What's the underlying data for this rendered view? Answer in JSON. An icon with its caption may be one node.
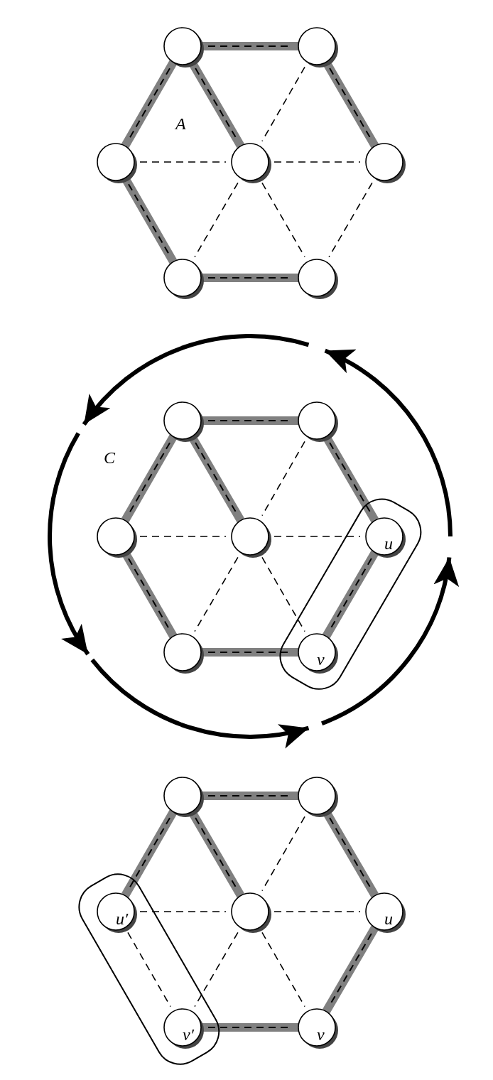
{
  "diagram": {
    "nodes": [
      {
        "text": [],
        "shape": "circle"
      },
      {
        "text": [],
        "shape": "circle"
      },
      {
        "text": [],
        "shape": "circle"
      },
      {
        "text": [],
        "shape": "circle"
      },
      {
        "text": [],
        "shape": "circle"
      },
      {
        "text": [],
        "shape": "circle"
      },
      {
        "text": [],
        "shape": "circle"
      },
      {
        "text": [],
        "shape": "circle"
      },
      {
        "text": [],
        "shape": "circle"
      },
      {
        "text": [],
        "shape": "circle"
      },
      {
        "text": [],
        "shape": "circle"
      },
      {
        "text": [],
        "shape": "box"
      },
      {
        "text": [
          "u"
        ],
        "in": 11
      },
      {
        "text": [],
        "shape": "circle"
      },
      {
        "text": [
          "v"
        ],
        "in": 11
      },
      {
        "text": [],
        "shape": "circle"
      },
      {
        "text": [],
        "shape": "circle"
      },
      {
        "text": [],
        "shape": "box"
      },
      {
        "text": [
          "u′"
        ],
        "in": 17
      },
      {
        "text": [],
        "shape": "circle"
      },
      {
        "text": [
          "u"
        ]
      },
      {
        "text": [
          "v′"
        ],
        "in": 17
      },
      {
        "text": [
          "v"
        ]
      }
    ],
    "edges": [
      {
        "from": 0,
        "to": 1,
        "arrow": "none",
        "color": "#808080"
      },
      {
        "from": 0,
        "to": 2,
        "arrow": "none",
        "color": "#808080"
      },
      {
        "from": 0,
        "to": 3,
        "arrow": "none",
        "color": "#808080"
      },
      {
        "from": 1,
        "to": 3,
        "arrow": "none",
        "style": "dashed",
        "color": "#000000"
      },
      {
        "from": 1,
        "to": 4,
        "arrow": "none",
        "color": "#808080"
      },
      {
        "from": 2,
        "to": 3,
        "arrow": "none",
        "style": "dashed",
        "color": "#000000"
      },
      {
        "from": 3,
        "to": 4,
        "arrow": "none",
        "style": "dashed",
        "color": "#000000"
      },
      {
        "from": 2,
        "to": 5,
        "arrow": "none",
        "color": "#808080"
      },
      {
        "from": 3,
        "to": 5,
        "arrow": "none",
        "style": "dashed",
        "color": "#000000"
      },
      {
        "from": 3,
        "to": 6,
        "arrow": "none",
        "style": "dashed",
        "color": "#000000"
      },
      {
        "from": 4,
        "to": 6,
        "arrow": "none",
        "style": "dashed",
        "color": "#000000"
      },
      {
        "from": 5,
        "to": 6,
        "arrow": "none",
        "color": "#808080"
      },
      {
        "from": 7,
        "to": 8,
        "arrow": "none",
        "color": "#808080"
      },
      {
        "from": 7,
        "to": 9,
        "arrow": "none",
        "color": "#808080"
      },
      {
        "from": 7,
        "to": 10,
        "arrow": "none",
        "color": "#808080"
      },
      {
        "from": 8,
        "to": 10,
        "arrow": "none",
        "style": "dashed",
        "color": "#000000"
      },
      {
        "from": 8,
        "to": 12,
        "arrow": "none",
        "color": "#808080"
      },
      {
        "from": 9,
        "to": 10,
        "arrow": "none",
        "style": "dashed",
        "color": "#000000"
      },
      {
        "from": 10,
        "to": 12,
        "arrow": "none",
        "style": "dashed",
        "color": "#000000"
      },
      {
        "from": 9,
        "to": 13,
        "arrow": "none",
        "color": "#808080"
      },
      {
        "from": 10,
        "to": 13,
        "arrow": "none",
        "style": "dashed",
        "color": "#000000"
      },
      {
        "from": 10,
        "to": 14,
        "arrow": "none",
        "style": "dashed",
        "color": "#000000"
      },
      {
        "from": 12,
        "to": 14,
        "arrow": "none",
        "color": "#808080"
      },
      {
        "from": 13,
        "to": 14,
        "arrow": "none",
        "color": "#808080"
      },
      {
        "from": 15,
        "to": 16,
        "arrow": "none",
        "color": "#808080"
      },
      {
        "from": 15,
        "to": 18,
        "arrow": "none",
        "color": "#808080"
      },
      {
        "from": 15,
        "to": 19,
        "arrow": "none",
        "color": "#808080"
      },
      {
        "from": 16,
        "to": 19,
        "arrow": "none",
        "style": "dashed",
        "color": "#000000"
      },
      {
        "from": 16,
        "to": 20,
        "arrow": "none",
        "color": "#808080"
      },
      {
        "from": 18,
        "to": 19,
        "arrow": "none",
        "style": "dashed",
        "color": "#000000"
      },
      {
        "from": 19,
        "to": 20,
        "arrow": "none",
        "style": "dashed",
        "color": "#000000"
      },
      {
        "from": 18,
        "to": 21,
        "arrow": "none",
        "style": "dashed",
        "color": "#000000"
      },
      {
        "from": 19,
        "to": 21,
        "arrow": "none",
        "style": "dashed",
        "color": "#000000"
      },
      {
        "from": 19,
        "to": 22,
        "arrow": "none",
        "style": "dashed",
        "color": "#000000"
      },
      {
        "from": 20,
        "to": 22,
        "arrow": "none",
        "color": "#808080"
      },
      {
        "from": 21,
        "to": 22,
        "arrow": "none",
        "color": "#808080"
      }
    ],
    "labels": [
      "A",
      "C"
    ]
  }
}
